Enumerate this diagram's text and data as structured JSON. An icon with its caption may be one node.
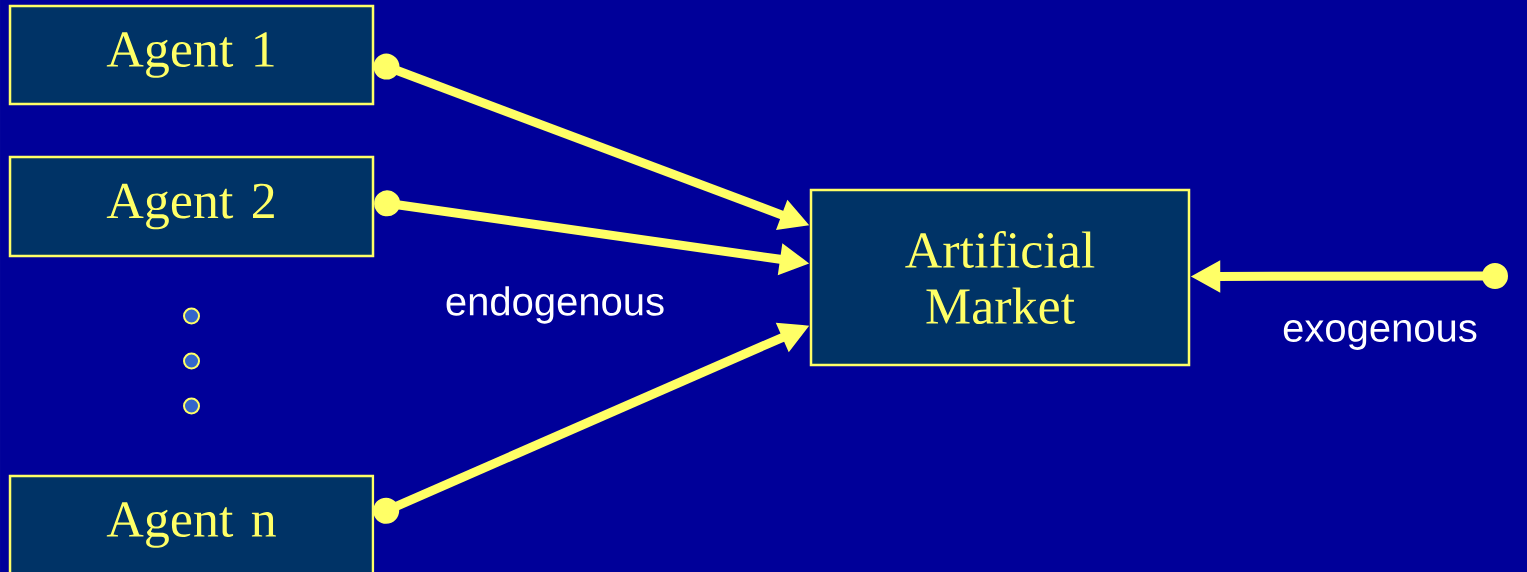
{
  "diagram": {
    "nodes": [
      {
        "text": [
          "Agent 1"
        ]
      },
      {
        "text": [
          "Agent 2"
        ]
      },
      {
        "text": [
          "Agent n"
        ]
      },
      {
        "text": [
          "Artificial Market"
        ]
      }
    ],
    "edges": [
      {
        "from": 0,
        "to": 3,
        "arrow": "to"
      },
      {
        "from": 1,
        "to": 3,
        "arrow": "to"
      },
      {
        "from": 2,
        "to": 3,
        "arrow": "to"
      },
      {
        "from": null,
        "to": 3,
        "arrow": "to",
        "label": "exogenous"
      }
    ],
    "labels": [
      "endogenous"
    ]
  }
}
